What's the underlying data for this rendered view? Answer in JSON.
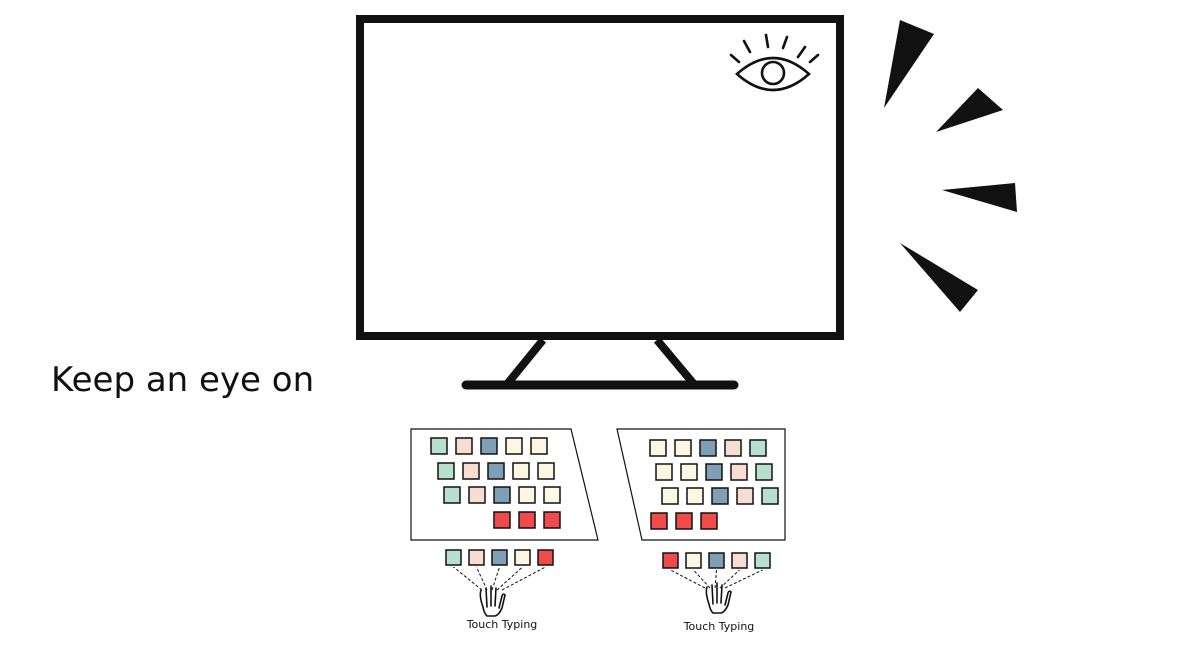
{
  "caption": "Keep an eye on",
  "left_keyboard": {
    "label": "Touch Typing",
    "rows": [
      [
        "teal",
        "pink",
        "blue",
        "cream",
        "cream"
      ],
      [
        "teal",
        "pink",
        "blue",
        "cream",
        "cream"
      ],
      [
        "teal",
        "pink",
        "blue",
        "cream",
        "cream"
      ],
      [
        "red",
        "red",
        "red"
      ]
    ],
    "finger_keys": [
      "teal",
      "pink",
      "blue",
      "cream",
      "red"
    ]
  },
  "right_keyboard": {
    "label": "Touch Typing",
    "rows": [
      [
        "cream",
        "cream",
        "blue",
        "pink",
        "teal"
      ],
      [
        "cream",
        "cream",
        "blue",
        "pink",
        "teal"
      ],
      [
        "cream",
        "cream",
        "blue",
        "pink",
        "teal"
      ],
      [
        "red",
        "red",
        "red"
      ]
    ],
    "finger_keys": [
      "red",
      "cream",
      "blue",
      "pink",
      "teal"
    ]
  },
  "colors": {
    "teal": "#b8e0d0",
    "pink": "#f7dcd2",
    "blue": "#7e9fb6",
    "cream": "#fdf6e3",
    "red": "#ef4b4b",
    "stroke": "#111111"
  }
}
